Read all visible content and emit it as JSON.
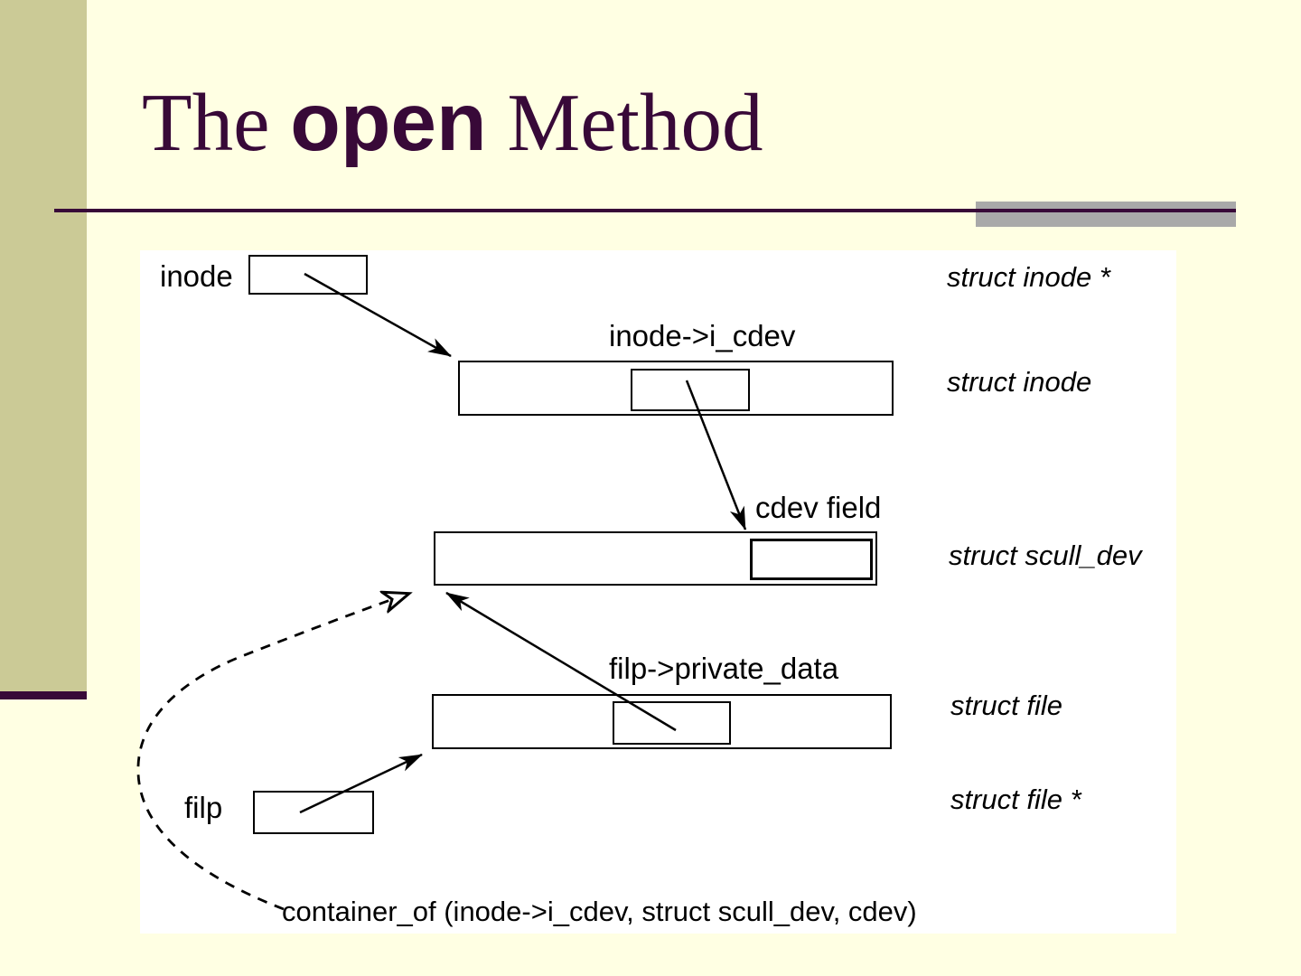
{
  "slide": {
    "title": {
      "prefix": "The ",
      "keyword": "open",
      "suffix": " Method"
    },
    "colors": {
      "background": "#FFFFE3",
      "sidebar": "#CBCA96",
      "title_accent": "#380938",
      "rule_gray": "#A9A9A9",
      "panel_background": "#FFFFFF",
      "diagram_ink": "#000000"
    }
  },
  "diagram": {
    "pointer_vars": {
      "inode": "inode",
      "filp": "filp"
    },
    "field_labels": {
      "i_cdev": "inode->i_cdev",
      "cdev_field": "cdev field",
      "private_data": "filp->private_data"
    },
    "type_labels": [
      "struct inode *",
      "struct inode",
      "struct scull_dev",
      "struct file",
      "struct file *"
    ],
    "caption": "container_of (inode->i_cdev, struct scull_dev, cdev)"
  }
}
